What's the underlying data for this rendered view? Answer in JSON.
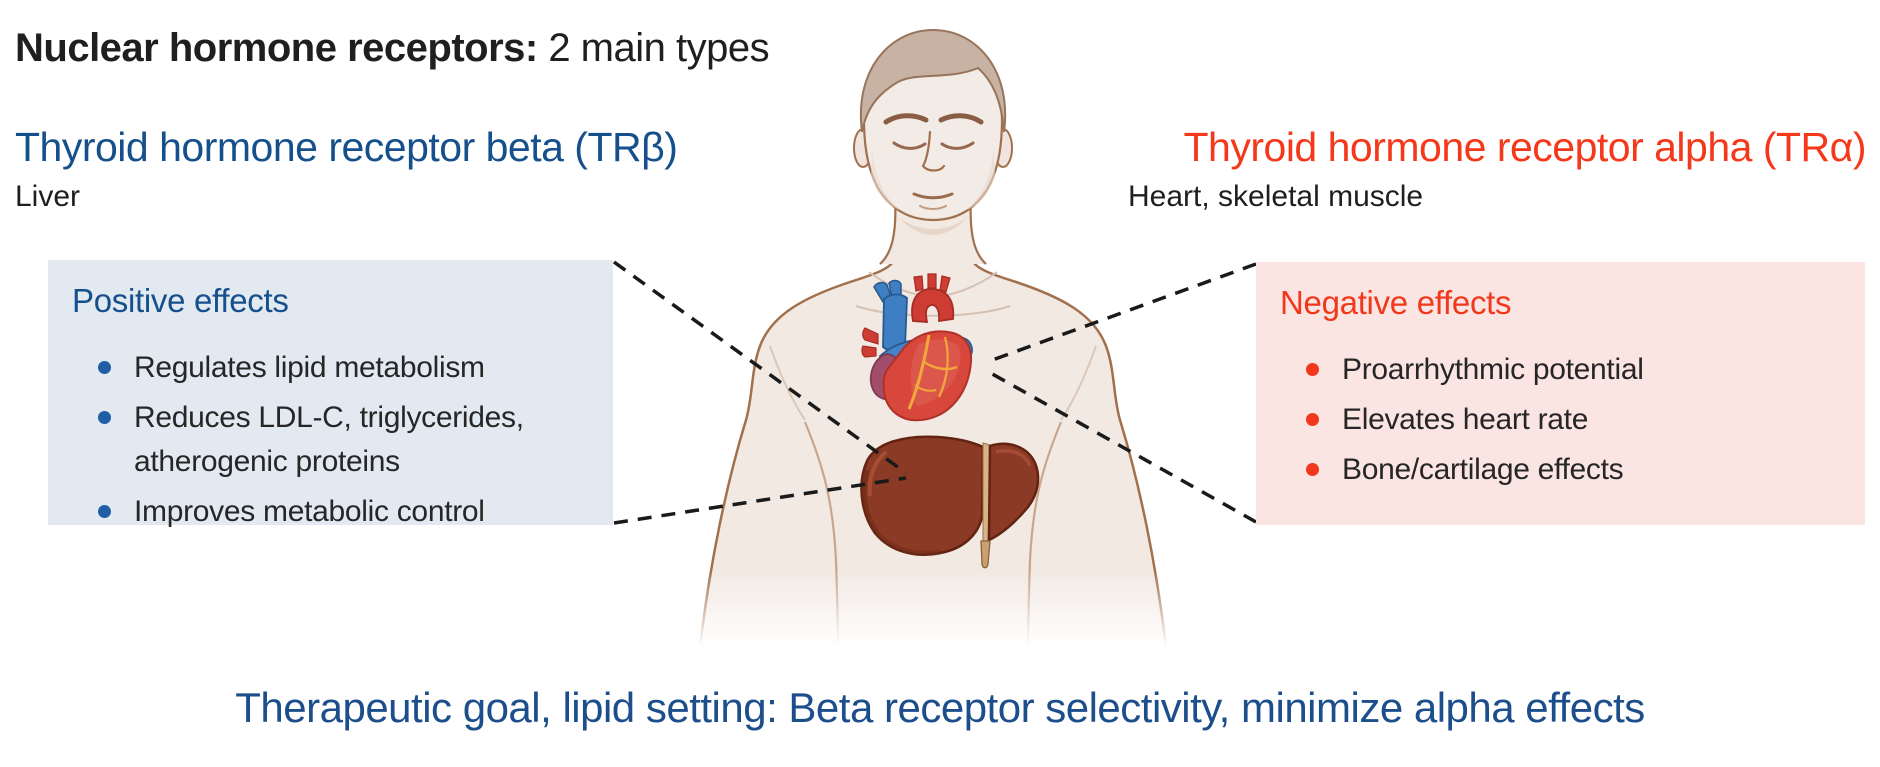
{
  "title": {
    "bold": "Nuclear hormone receptors:",
    "regular": " 2 main types"
  },
  "left": {
    "heading": "Thyroid hormone receptor beta (TRβ)",
    "organ": "Liver",
    "box": {
      "title": "Positive effects",
      "items": [
        "Regulates lipid metabolism",
        "Reduces LDL-C, triglycerides, atherogenic proteins",
        "Improves metabolic control"
      ]
    }
  },
  "right": {
    "heading": "Thyroid hormone receptor alpha (TRα)",
    "organ": "Heart, skeletal muscle",
    "box": {
      "title": "Negative effects",
      "items": [
        "Proarrhythmic potential",
        "Elevates heart rate",
        "Bone/cartilage effects"
      ]
    }
  },
  "footer": "Therapeutic goal, lipid setting: Beta receptor selectivity, minimize alpha effects",
  "illustration": {
    "figure": "human-male-upper-body",
    "organs": [
      "heart",
      "liver"
    ],
    "connectors": "dashed lines from positive-effects box to liver and from negative-effects box to heart"
  },
  "colors": {
    "accent_blue": "#15508C",
    "accent_red": "#F2381C",
    "left_box_bg": "#E2E9F1",
    "right_box_bg": "#FBE5E2",
    "footer_blue": "#1C4E8C",
    "body_text": "#262626",
    "skin": "#F2E9E3",
    "hair": "#C8B2A4",
    "liver": "#8B3A25",
    "heart_red": "#D8473C",
    "vessel_blue": "#3E7EC2",
    "coronary_yellow": "#F0A83B",
    "dash_line": "#1A1A1A"
  }
}
